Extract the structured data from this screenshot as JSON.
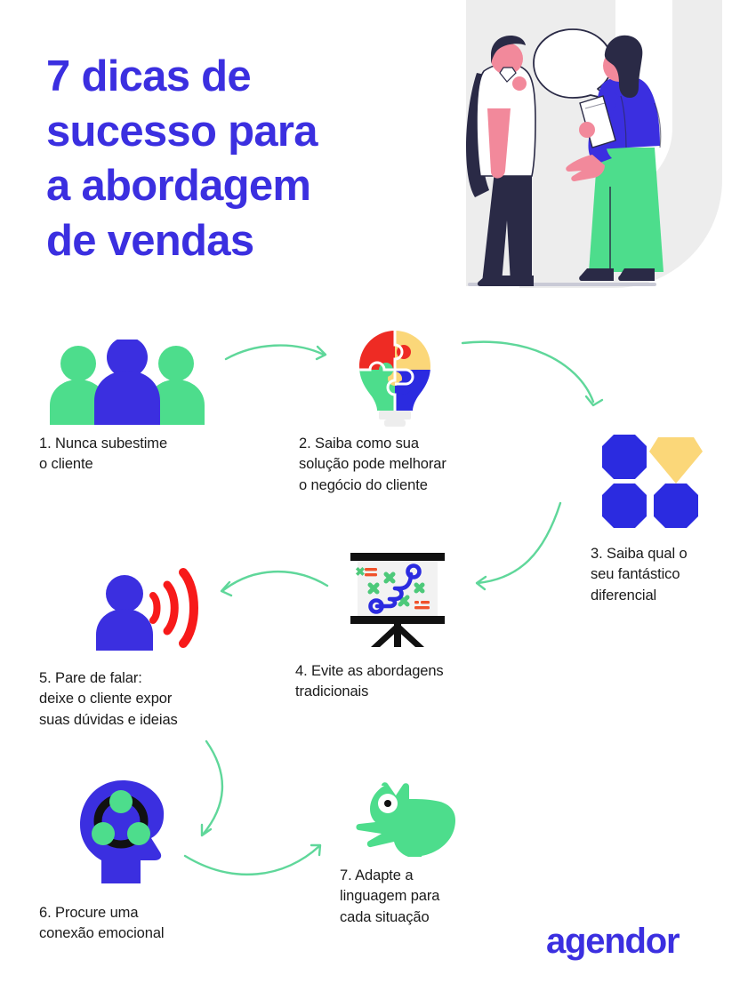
{
  "document": {
    "type": "infographic",
    "language": "pt-BR",
    "background_color": "#ffffff"
  },
  "colors": {
    "brand_blue": "#3B2FE0",
    "accent_green": "#4DDD8C",
    "arrow_green": "#5FD79A",
    "text_dark": "#1b1b1b",
    "puzzle_red": "#EE2B24",
    "puzzle_yellow": "#FBD779",
    "puzzle_green": "#4DDD8C",
    "puzzle_blue": "#2B2BE0",
    "bulb_base_gray": "#EDEDED",
    "gem_yellow": "#FBD779",
    "sound_red": "#F71A1A",
    "board_black": "#111111",
    "board_screen": "#F2F2F2",
    "board_mark_green": "#4DC97A",
    "board_mark_red": "#F0522B",
    "board_path_blue": "#2B2BE0",
    "hero_bg_gray": "#EDEDED",
    "hero_navy": "#2A2A46",
    "hero_pink": "#F2899B",
    "hero_blue": "#3B2FE0",
    "hero_green": "#4DDD8C",
    "hero_white": "#FFFFFF"
  },
  "title": {
    "lines": [
      "7 dicas de",
      "sucesso para",
      "a abordagem",
      "de vendas"
    ]
  },
  "hero": {
    "name": "two-people-conversation-illustration",
    "alt": "Duas pessoas conversando com balão de fala",
    "elements": [
      "speech-bubble",
      "person-left-white-shirt",
      "person-right-blue-top-green-skirt",
      "gray-background-shapes"
    ]
  },
  "steps": [
    {
      "number": "1",
      "icon": "three-people-icon",
      "caption_lines": [
        "1. Nunca subestime",
        "o cliente"
      ],
      "caption_full": "1. Nunca subestime o cliente"
    },
    {
      "number": "2",
      "icon": "puzzle-lightbulb-icon",
      "caption_lines": [
        "2. Saiba como sua",
        "solução pode melhorar",
        "o negócio do cliente"
      ],
      "caption_full": "2. Saiba como sua solução pode melhorar o negócio do cliente"
    },
    {
      "number": "3",
      "icon": "octagons-and-diamond-icon",
      "caption_lines": [
        "3. Saiba qual o",
        "seu fantástico",
        "diferencial"
      ],
      "caption_full": "3. Saiba qual o seu fantástico diferencial"
    },
    {
      "number": "4",
      "icon": "presentation-board-icon",
      "caption_lines": [
        "4. Evite as abordagens",
        "tradicionais"
      ],
      "caption_full": "4. Evite as abordagens tradicionais"
    },
    {
      "number": "5",
      "icon": "person-speaking-waves-icon",
      "caption_lines": [
        "5. Pare de falar:",
        "deixe o cliente expor",
        "suas dúvidas e ideias"
      ],
      "caption_full": "5. Pare de falar: deixe o cliente expor suas dúvidas e ideias"
    },
    {
      "number": "6",
      "icon": "head-with-network-icon",
      "caption_lines": [
        "6. Procure uma",
        "conexão emocional"
      ],
      "caption_full": "6. Procure uma conexão emocional"
    },
    {
      "number": "7",
      "icon": "chameleon-icon",
      "caption_lines": [
        "7. Adapte a",
        "linguagem para",
        "cada situação"
      ],
      "caption_full": "7. Adapte a linguagem para cada situação"
    }
  ],
  "arrows": [
    {
      "name": "arrow-step1-to-step2",
      "from": "1",
      "to": "2",
      "direction": "right"
    },
    {
      "name": "arrow-step2-to-step3",
      "from": "2",
      "to": "3",
      "direction": "down-right"
    },
    {
      "name": "arrow-step3-to-step4",
      "from": "3",
      "to": "4",
      "direction": "down-left"
    },
    {
      "name": "arrow-step4-to-step5",
      "from": "4",
      "to": "5",
      "direction": "left"
    },
    {
      "name": "arrow-step5-to-step6",
      "from": "5",
      "to": "6",
      "direction": "down-left"
    },
    {
      "name": "arrow-step6-to-step7",
      "from": "6",
      "to": "7",
      "direction": "right-up"
    }
  ],
  "logo": {
    "text": "agendor",
    "color": "#3B2FE0"
  }
}
